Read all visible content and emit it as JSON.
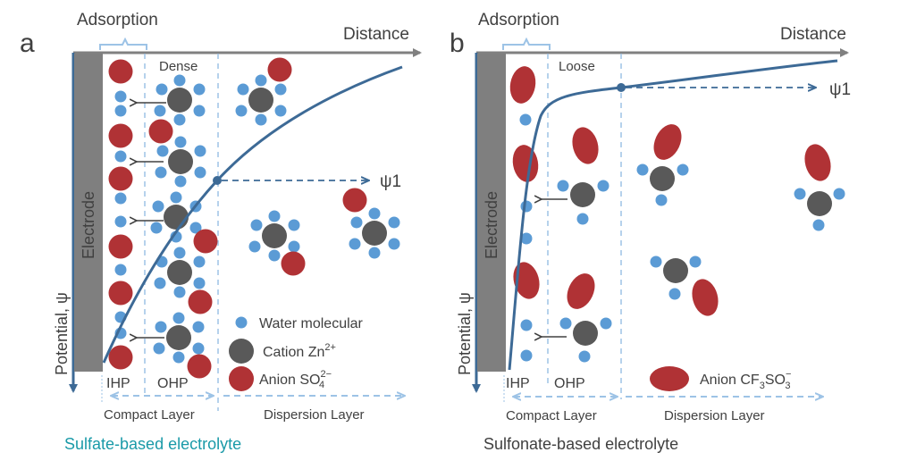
{
  "panels": [
    {
      "id": "a",
      "panel_letter": "a",
      "adsorption_label": "Adsorption",
      "distance_label": "Distance",
      "electrode_label": "Electrode",
      "potential_label": "Potential, ψ",
      "region_label": "Dense",
      "psi_label": "ψ1",
      "ihp_label": "IHP",
      "ohp_label": "OHP",
      "compact_label": "Compact Layer",
      "dispersion_label": "Dispersion Layer",
      "caption": "Sulfate-based electrolyte",
      "caption_color": "#1a9aa8",
      "legend": {
        "water": "Water molecular",
        "cation": "Cation Zn",
        "cation_sup": "2+",
        "anion": "Anion SO",
        "anion_sub": "4",
        "anion_sup": "2−"
      }
    },
    {
      "id": "b",
      "panel_letter": "b",
      "adsorption_label": "Adsorption",
      "distance_label": "Distance",
      "electrode_label": "Electrode",
      "potential_label": "Potential, ψ",
      "region_label": "Loose",
      "psi_label": "ψ1",
      "ihp_label": "IHP",
      "ohp_label": "OHP",
      "compact_label": "Compact Layer",
      "dispersion_label": "Dispersion Layer",
      "caption": "Sulfonate-based electrolyte",
      "caption_color": "#404040",
      "legend": {
        "anion": "Anion CF",
        "anion_sub1": "3",
        "anion_mid": "SO",
        "anion_sub2": "3",
        "anion_sup": "−"
      }
    }
  ],
  "colors": {
    "water": "#5b9bd5",
    "cation": "#595959",
    "anion": "#b03235",
    "curve": "#3d6a96",
    "electrode": "#7f7f7f",
    "axis": "#808080",
    "dashed": "#9dc3e6",
    "text": "#404040"
  }
}
